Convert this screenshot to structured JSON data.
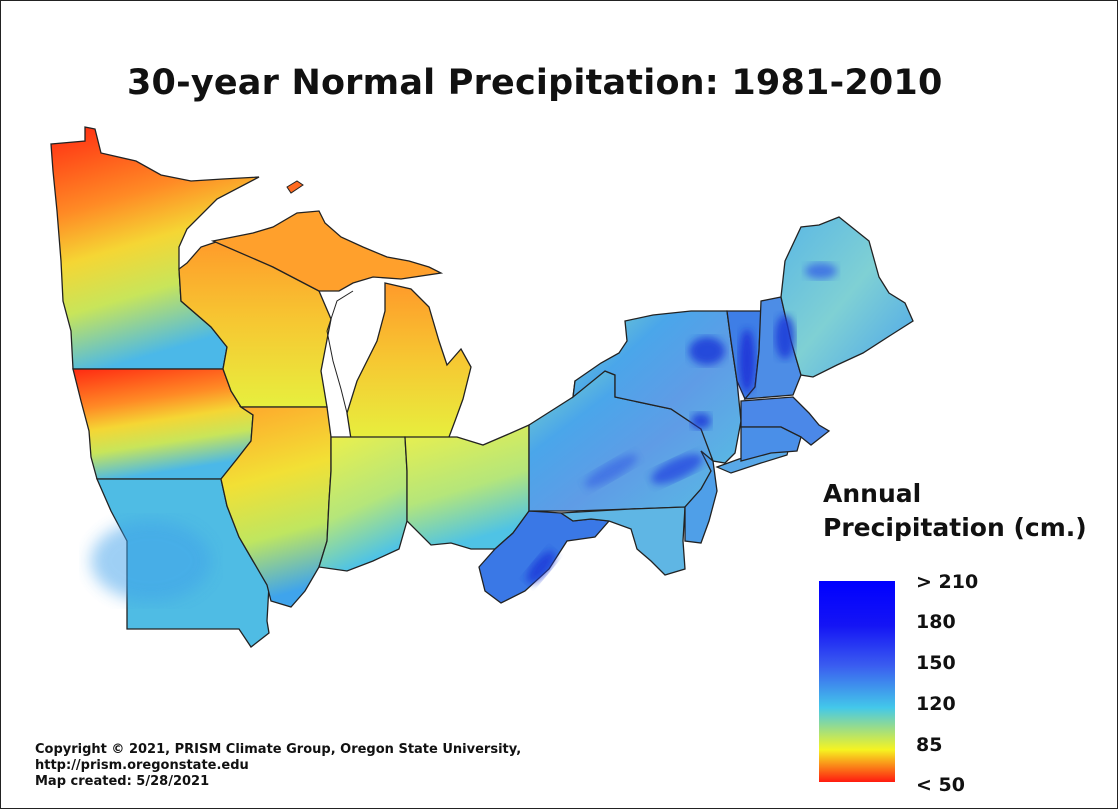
{
  "map": {
    "title": "30-year Normal Precipitation: 1981-2010",
    "legend": {
      "title_line1": "Annual",
      "title_line2": "Precipitation (cm.)",
      "ticks": [
        "> 210",
        "180",
        "150",
        "120",
        "85",
        "< 50"
      ],
      "gradient": [
        {
          "color": "#0000ff",
          "value": 210
        },
        {
          "color": "#2424f0",
          "value": 180
        },
        {
          "color": "#3a5cf0",
          "value": 150
        },
        {
          "color": "#43c8ea",
          "value": 120
        },
        {
          "color": "#f6f321",
          "value": 85
        },
        {
          "color": "#ff1a10",
          "value": 50
        }
      ]
    },
    "colors": {
      "dry": "#ff2a12",
      "low": "#ff8a25",
      "mid": "#f2ea35",
      "moist": "#4fc0e6",
      "wet": "#4a7fe8",
      "very_wet": "#1a3ad8"
    }
  },
  "credits": {
    "line1": "Copyright © 2021, PRISM Climate Group, Oregon State University,",
    "line2": "http://prism.oregonstate.edu",
    "line3": "Map created: 5/28/2021"
  }
}
